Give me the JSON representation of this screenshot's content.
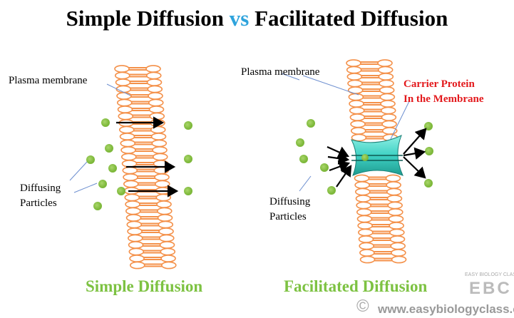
{
  "title": {
    "part1": "Simple Diffusion",
    "vs": "vs",
    "part2": "Facilitated Diffusion"
  },
  "left": {
    "membrane_label": "Plasma membrane",
    "particles_label_1": "Diffusing",
    "particles_label_2": "Particles",
    "caption": "Simple Diffusion"
  },
  "right": {
    "membrane_label": "Plasma membrane",
    "carrier_label_1": "Carrier Protein",
    "carrier_label_2": "In the Membrane",
    "particles_label_1": "Diffusing",
    "particles_label_2": "Particles",
    "caption": "Facilitated Diffusion"
  },
  "watermark": {
    "copyright": "©",
    "logo": "EBC",
    "logo_small": "EASY BIOLOGY CLASS",
    "url": "www.easybiologyclass.com"
  },
  "colors": {
    "membrane": "#f4914a",
    "particle": "#7db83a",
    "caption": "#7dc242",
    "carrier_label": "#e3191c",
    "vs": "#2ea3dc",
    "protein": "#3fd1c4"
  }
}
